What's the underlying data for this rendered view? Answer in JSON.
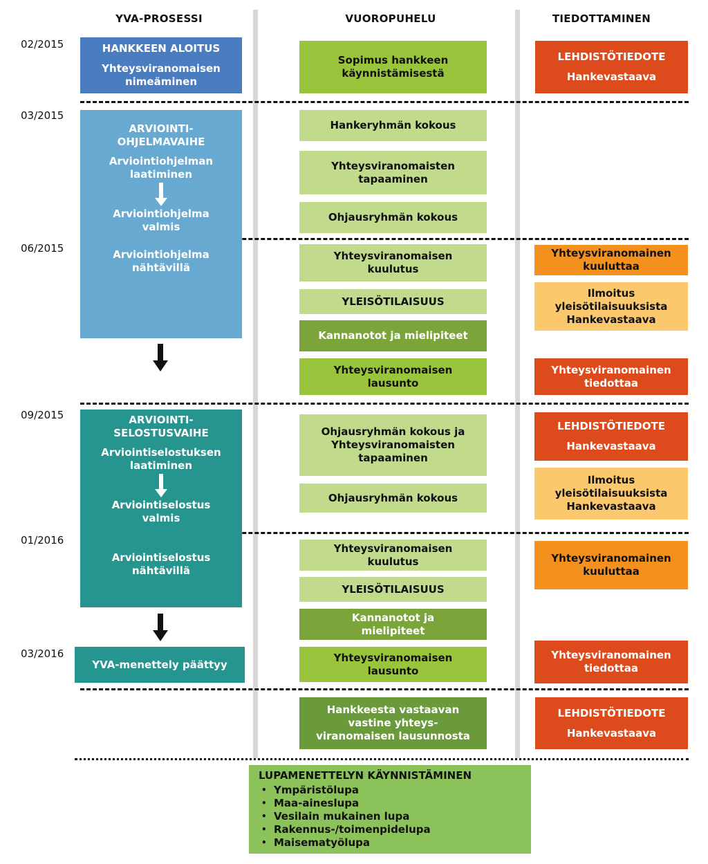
{
  "headers": {
    "yva": "YVA-PROSESSI",
    "vuoro": "VUOROPUHELU",
    "tiedotus": "TIEDOTTAMINEN"
  },
  "dates": [
    "02/2015",
    "03/2015",
    "06/2015",
    "09/2015",
    "01/2016",
    "03/2016"
  ],
  "colors": {
    "dark_blue": "#4a7cc0",
    "light_blue": "#67a9d0",
    "teal": "#27958f",
    "lime": "#9ac43c",
    "pale_green": "#c2da8c",
    "mid_green": "#7ba53a",
    "olive": "#6a9a3a",
    "red_orange": "#dd4a1c",
    "orange": "#f4901e",
    "pale_orange": "#fcc86e",
    "lupa_green": "#8cc25a",
    "divider": "#d7d7d7"
  },
  "yva": {
    "aloitus_title": "HANKKEEN ALOITUS",
    "aloitus_l1": "Yhteysviranomaisen",
    "aloitus_l2": "nimeäminen",
    "ohjelma_title1": "ARVIOINTI-",
    "ohjelma_title2": "OHJELMAVAIHE",
    "ohjelma_l1": "Arviointiohjelman",
    "ohjelma_l2": "laatiminen",
    "ohjelma_valmis1": "Arviointiohjelma",
    "ohjelma_valmis2": "valmis",
    "ohjelma_nahtavilla1": "Arviointiohjelma",
    "ohjelma_nahtavilla2": "nähtävillä",
    "selostus_title1": "ARVIOINTI-",
    "selostus_title2": "SELOSTUSVAIHE",
    "selostus_l1": "Arviointiselostuksen",
    "selostus_l2": "laatiminen",
    "selostus_valmis1": "Arviointiselostus",
    "selostus_valmis2": "valmis",
    "selostus_nahtavilla1": "Arviointiselostus",
    "selostus_nahtavilla2": "nähtävillä",
    "paattyy": "YVA-menettely päättyy"
  },
  "vuoro": {
    "sopimus1": "Sopimus hankkeen",
    "sopimus2": "käynnistämisestä",
    "hankeryhma": "Hankeryhmän kokous",
    "tapaaminen1": "Yhteysviranomaisten",
    "tapaaminen2": "tapaaminen",
    "ohjaus1": "Ohjausryhmän kokous",
    "kuulutus1_l1": "Yhteysviranomaisen",
    "kuulutus1_l2": "kuulutus",
    "yleiso1": "YLEISÖTILAISUUS",
    "kannanotot1": "Kannanotot ja mielipiteet",
    "lausunto1_l1": "Yhteysviranomaisen",
    "lausunto1_l2": "lausunto",
    "ohjaus_tap1": "Ohjausryhmän kokous ja",
    "ohjaus_tap2": "Yhteysviranomaisten",
    "ohjaus_tap3": "tapaaminen",
    "ohjaus2": "Ohjausryhmän kokous",
    "kuulutus2_l1": "Yhteysviranomaisen",
    "kuulutus2_l2": "kuulutus",
    "yleiso2": "YLEISÖTILAISUUS",
    "kannanotot2_l1": "Kannanotot ja",
    "kannanotot2_l2": "mielipiteet",
    "lausunto2_l1": "Yhteysviranomaisen",
    "lausunto2_l2": "lausunto",
    "vastine1": "Hankkeesta vastaavan",
    "vastine2": "vastine yhteys-",
    "vastine3": "viranomaisen lausunnosta"
  },
  "tiedotus": {
    "lehdisto1_l1": "LEHDISTÖTIEDOTE",
    "lehdisto1_l2": "Hankevastaava",
    "kuuluttaa1_l1": "Yhteysviranomainen",
    "kuuluttaa1_l2": "kuuluttaa",
    "ilmoitus1_l1": "Ilmoitus",
    "ilmoitus1_l2": "yleisötilaisuuksista",
    "ilmoitus1_l3": "Hankevastaava",
    "tiedottaa1_l1": "Yhteysviranomainen",
    "tiedottaa1_l2": "tiedottaa",
    "lehdisto2_l1": "LEHDISTÖTIEDOTE",
    "lehdisto2_l2": "Hankevastaava",
    "ilmoitus2_l1": "Ilmoitus",
    "ilmoitus2_l2": "yleisötilaisuuksista",
    "ilmoitus2_l3": "Hankevastaava",
    "kuuluttaa2_l1": "Yhteysviranomainen",
    "kuuluttaa2_l2": "kuuluttaa",
    "tiedottaa2_l1": "Yhteysviranomainen",
    "tiedottaa2_l2": "tiedottaa",
    "lehdisto3_l1": "LEHDISTÖTIEDOTE",
    "lehdisto3_l2": "Hankevastaava"
  },
  "lupa": {
    "title": "LUPAMENETTELYN KÄYNNISTÄMINEN",
    "items": [
      "Ympäristölupa",
      "Maa-aineslupa",
      "Vesilain mukainen lupa",
      "Rakennus-/toimenpidelupa",
      "Maisematyölupa"
    ]
  }
}
